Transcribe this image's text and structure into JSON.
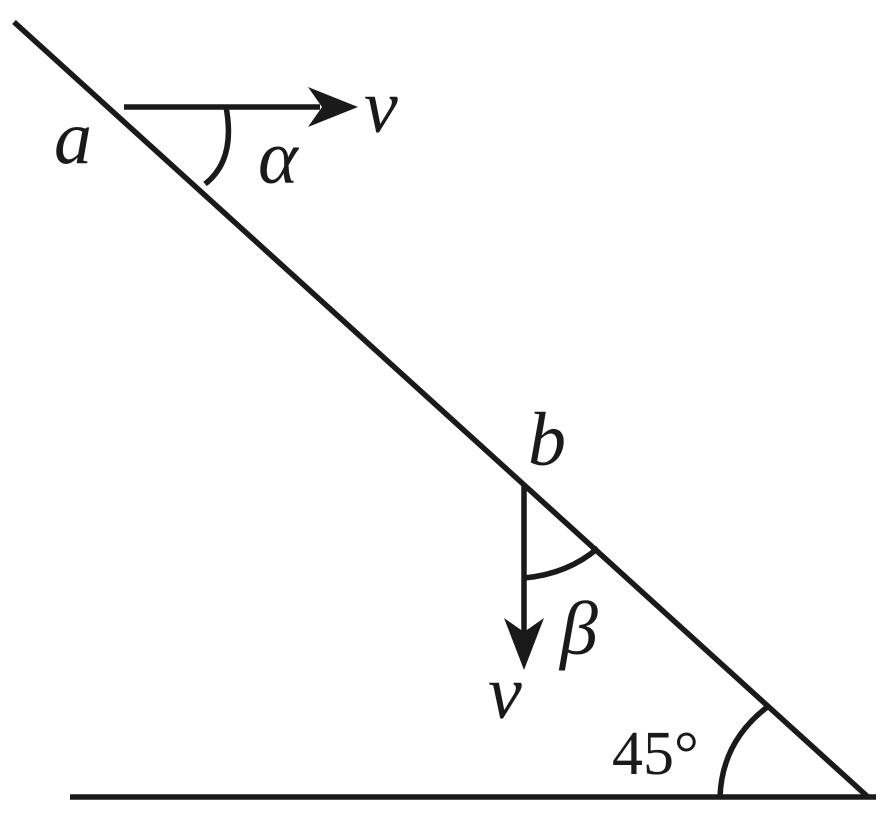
{
  "diagram": {
    "labels": {
      "point_a": "a",
      "point_b": "b",
      "velocity_a": "v",
      "velocity_b": "v",
      "angle_alpha": "α",
      "angle_beta": "β",
      "incline_angle": "45°"
    },
    "incline_angle_degrees": 45,
    "colors": {
      "ink": "#1a1a1a",
      "background": "#ffffff"
    }
  }
}
